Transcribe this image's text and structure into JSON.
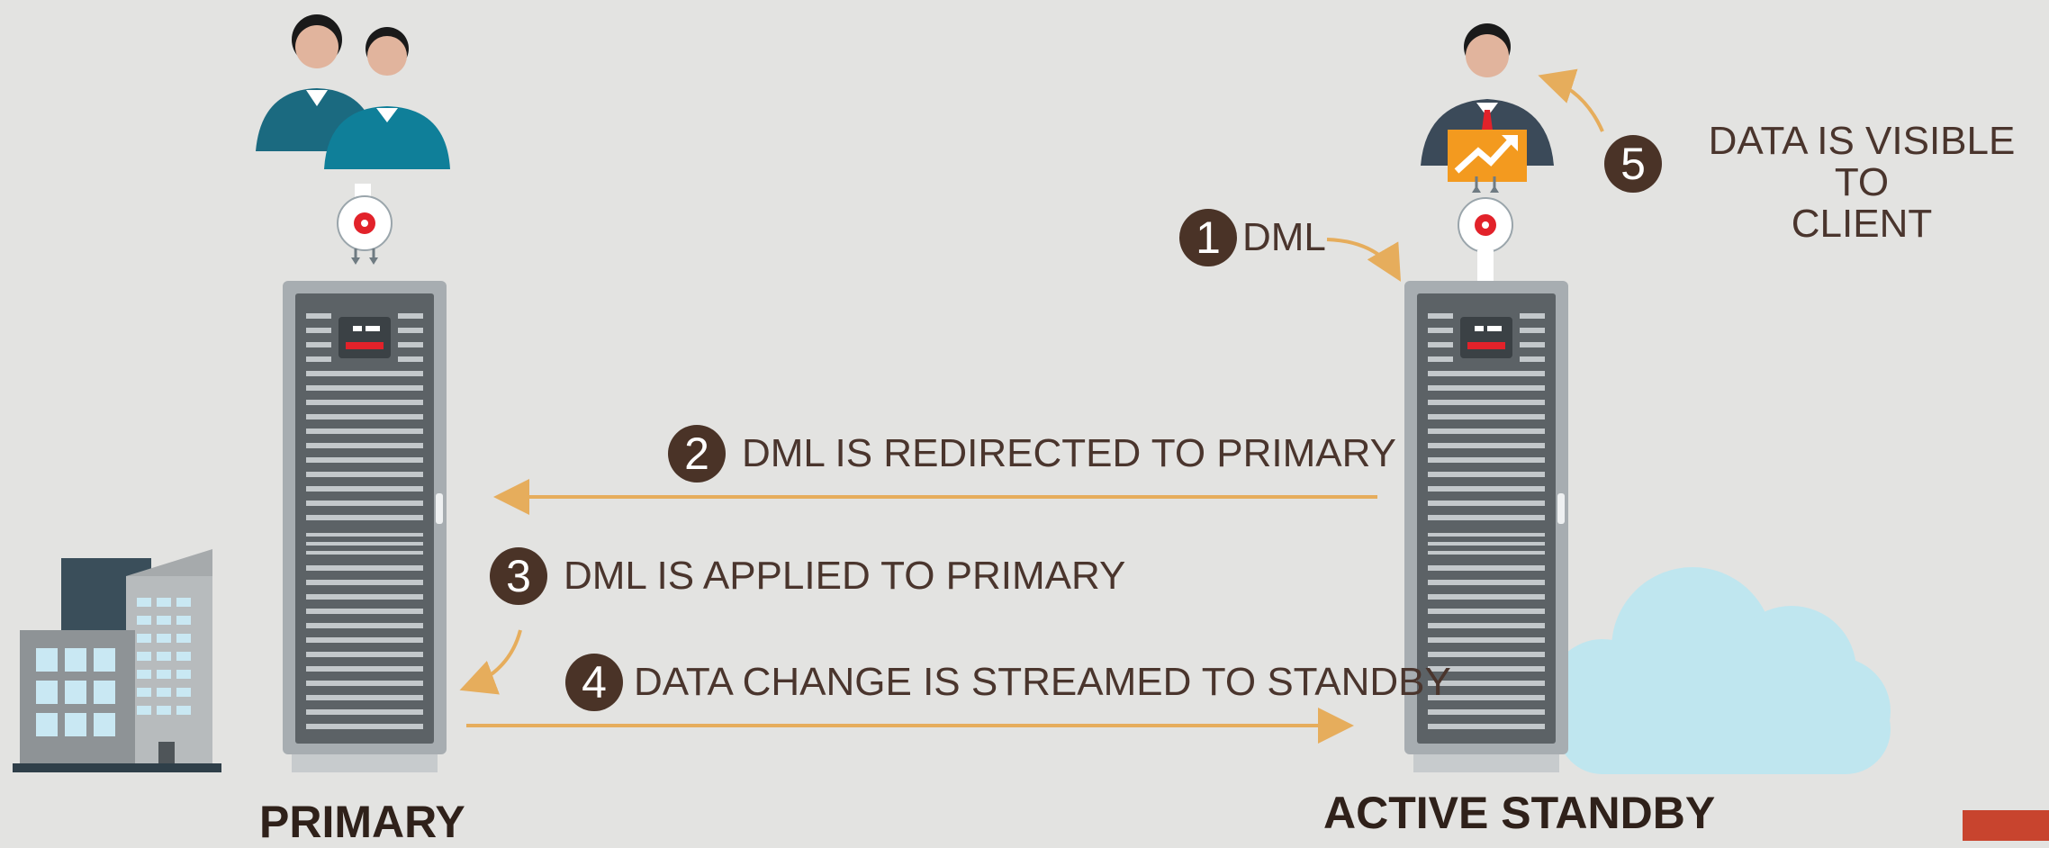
{
  "labels": {
    "primary": "PRIMARY",
    "standby": "ACTIVE STANDBY"
  },
  "steps": [
    {
      "number": "1",
      "text": "DML"
    },
    {
      "number": "2",
      "text": "DML IS REDIRECTED TO PRIMARY"
    },
    {
      "number": "3",
      "text": "DML IS APPLIED TO PRIMARY"
    },
    {
      "number": "4",
      "text": "DATA CHANGE IS STREAMED TO STANDBY"
    },
    {
      "number": "5",
      "text_line1": "DATA IS VISIBLE TO",
      "text_line2": "CLIENT"
    }
  ],
  "colors": {
    "arrow": "#e6ad5c",
    "badge": "#4a3327",
    "text": "#4a352d",
    "background": "#e3e3e1"
  }
}
